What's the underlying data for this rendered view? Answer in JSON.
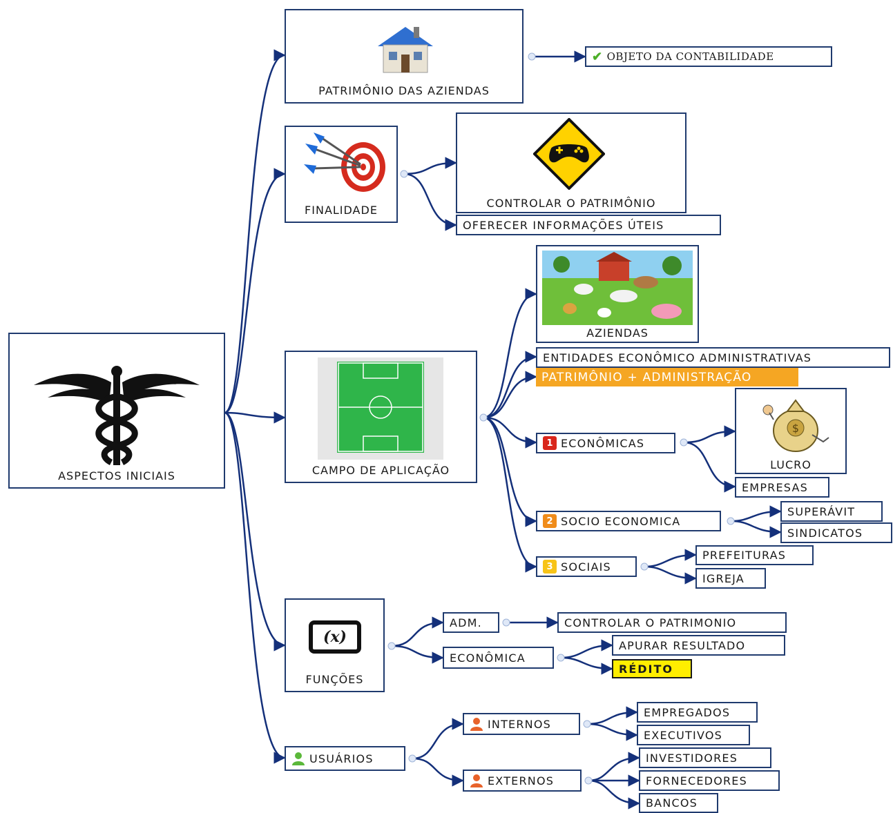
{
  "root": {
    "label": "ASPECTOS INICIAIS"
  },
  "branches": {
    "patrimonio": {
      "label": "PATRIMÔNIO DAS AZIENDAS",
      "child": "OBJETO DA CONTABILIDADE"
    },
    "finalidade": {
      "label": "FINALIDADE",
      "children": [
        "CONTROLAR O PATRIMÔNIO",
        "OFERECER INFORMAÇÕES ÚTEIS"
      ]
    },
    "campo": {
      "label": "CAMPO DE APLICAÇÃO",
      "aziendas": "AZIENDAS",
      "entidades": "ENTIDADES ECONÔMICO ADMINISTRATIVAS",
      "patrimonio_adm": "PATRIMÔNIO + ADMINISTRAÇÃO",
      "economicas": {
        "badge": "1",
        "label": "ECONÔMICAS",
        "children": [
          "LUCRO",
          "EMPRESAS"
        ]
      },
      "socio": {
        "badge": "2",
        "label": "SOCIO ECONOMICA",
        "children": [
          "SUPERÁVIT",
          "SINDICATOS"
        ]
      },
      "sociais": {
        "badge": "3",
        "label": "SOCIAIS",
        "children": [
          "PREFEITURAS",
          "IGREJA"
        ]
      }
    },
    "funcoes": {
      "label": "FUNÇÕES",
      "icon_text": "(x)",
      "adm": {
        "label": "ADM.",
        "child": "CONTROLAR O PATRIMONIO"
      },
      "economica": {
        "label": "ECONÔMICA",
        "children": [
          "APURAR RESULTADO",
          "RÉDITO"
        ]
      }
    },
    "usuarios": {
      "label": "USUÁRIOS",
      "internos": {
        "label": "INTERNOS",
        "children": [
          "EMPREGADOS",
          "EXECUTIVOS"
        ]
      },
      "externos": {
        "label": "EXTERNOS",
        "children": [
          "INVESTIDORES",
          "FORNECEDORES",
          "BANCOS"
        ]
      }
    }
  },
  "colors": {
    "line": "#14307a",
    "border": "#1f3a6e",
    "highlight_orange": "#f5a623",
    "highlight_yellow": "#ffee00",
    "field_green": "#2fb54a"
  }
}
